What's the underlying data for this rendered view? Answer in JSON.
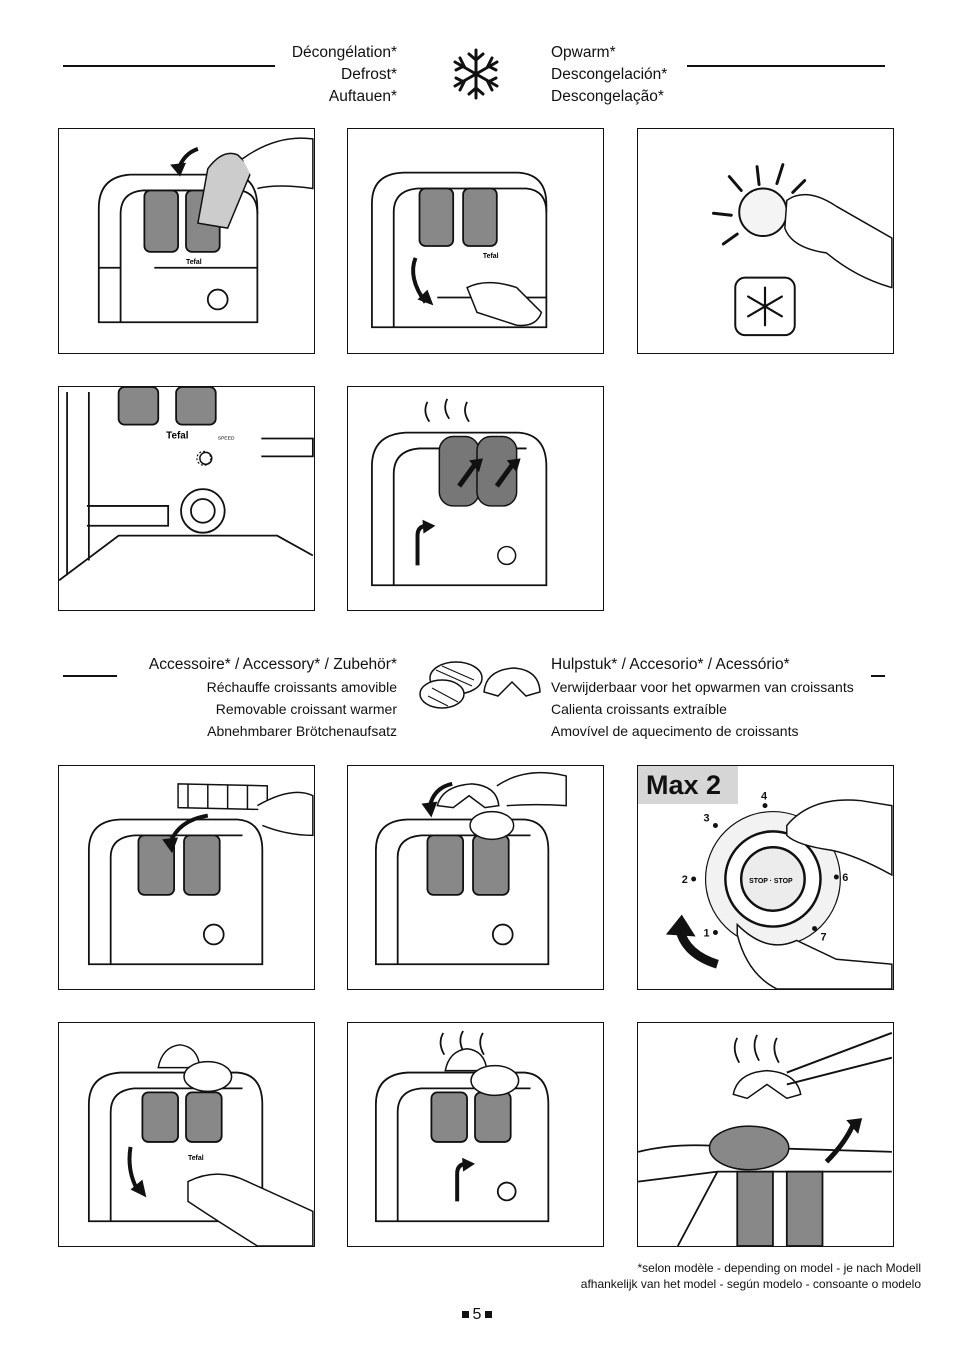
{
  "defrost_header": {
    "left_lines": [
      "Décongélation*",
      "Defrost*",
      "Auftauen*"
    ],
    "right_lines": [
      "Opwarm*",
      "Descongelación*",
      "Descongelação*"
    ],
    "icon": "snowflake-icon"
  },
  "accessory_header": {
    "left_title": "Accessoire* / Accessory* / Zubehör*",
    "left_lines": [
      "Réchauffe croissants amovible",
      "Removable croissant warmer",
      "Abnehmbarer Brötchenaufsatz"
    ],
    "right_title": "Hulpstuk* / Accesorio* / Acessório*",
    "right_lines": [
      "Verwijderbaar voor het opwarmen van croissants",
      "Calienta croissants extraíble",
      "Amovível de aquecimento de croissants"
    ],
    "icon": "croissant-icon"
  },
  "toaster": {
    "brand": "Tefal",
    "speed_label": "SPEED",
    "stop_label": "STOP"
  },
  "dial": {
    "badge": "Max 2",
    "numbers": [
      "1",
      "2",
      "3",
      "4",
      "6",
      "7"
    ],
    "center_text": "STOP · STOP"
  },
  "footnote": {
    "line1": "*selon modèle - depending on model - je nach Modell",
    "line2": "afhankelijk van het model - según modelo - consoante o modelo"
  },
  "page": {
    "number": "5"
  }
}
